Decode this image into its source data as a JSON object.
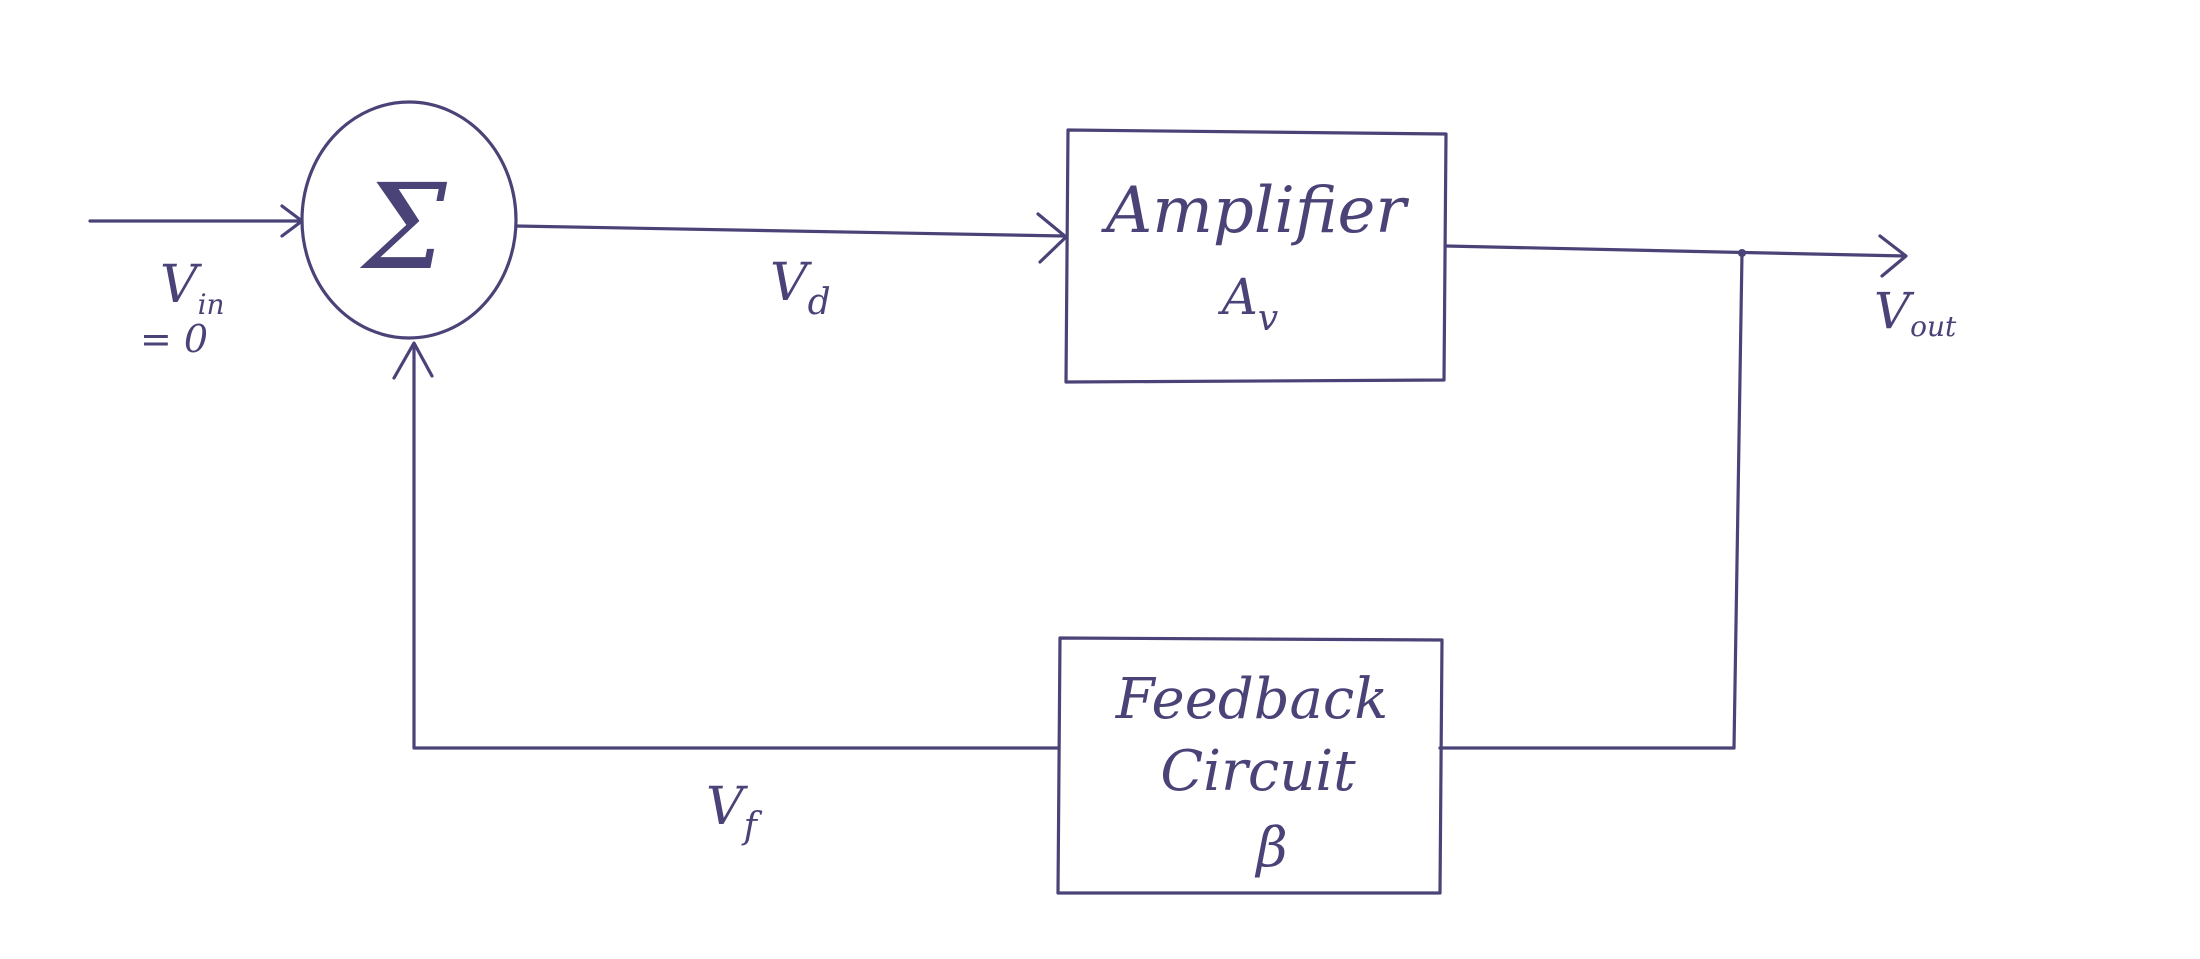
{
  "summing_junction": {
    "symbol": "Σ"
  },
  "amplifier": {
    "title": "Amplifier",
    "gain": "A",
    "gain_sub": "v"
  },
  "feedback": {
    "line1": "Feedback",
    "line2": "Circuit",
    "factor": "β"
  },
  "signals": {
    "vin": "V",
    "vin_sub": "in",
    "vin_value": "= 0",
    "vd": "V",
    "vd_sub": "d",
    "vf": "V",
    "vf_sub": "f",
    "vout": "V",
    "vout_sub": "out"
  },
  "colors": {
    "ink": "#4a4377",
    "paper": "#ffffff"
  }
}
